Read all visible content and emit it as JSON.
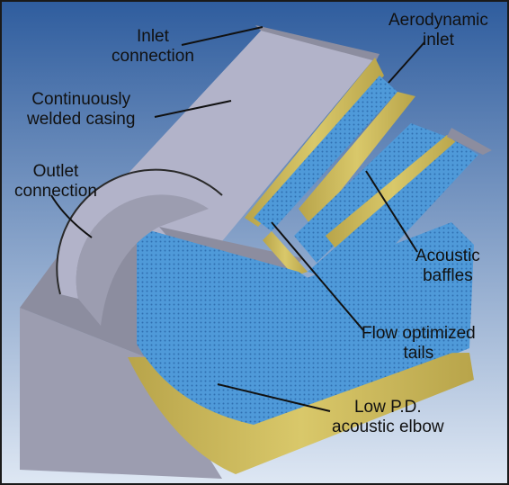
{
  "colors": {
    "background_top": "#2f5d9e",
    "background_bottom": "#dfe8f4",
    "casing": "#b2b3c9",
    "casing_dark": "#8c8d9f",
    "casing_side": "#9c9db0",
    "insulation": "#d9c86a",
    "insulation_dark": "#b8a44a",
    "baffle_fill": "#4f9ad9",
    "baffle_dark": "#2f6fb0",
    "outline": "#2a2a2a",
    "leader": "#111111"
  },
  "labels": {
    "inlet_connection": {
      "line1": "Inlet",
      "line2": "connection"
    },
    "aerodynamic_inlet": {
      "line1": "Aerodynamic",
      "line2": "inlet"
    },
    "welded_casing": {
      "line1": "Continuously",
      "line2": "welded casing"
    },
    "outlet_connection": {
      "line1": "Outlet",
      "line2": "connection"
    },
    "acoustic_baffles": {
      "line1": "Acoustic",
      "line2": "baffles"
    },
    "flow_tails": {
      "line1": "Flow optimized",
      "line2": "tails"
    },
    "acoustic_elbow": {
      "line1": "Low P.D.",
      "line2": "acoustic elbow"
    }
  }
}
